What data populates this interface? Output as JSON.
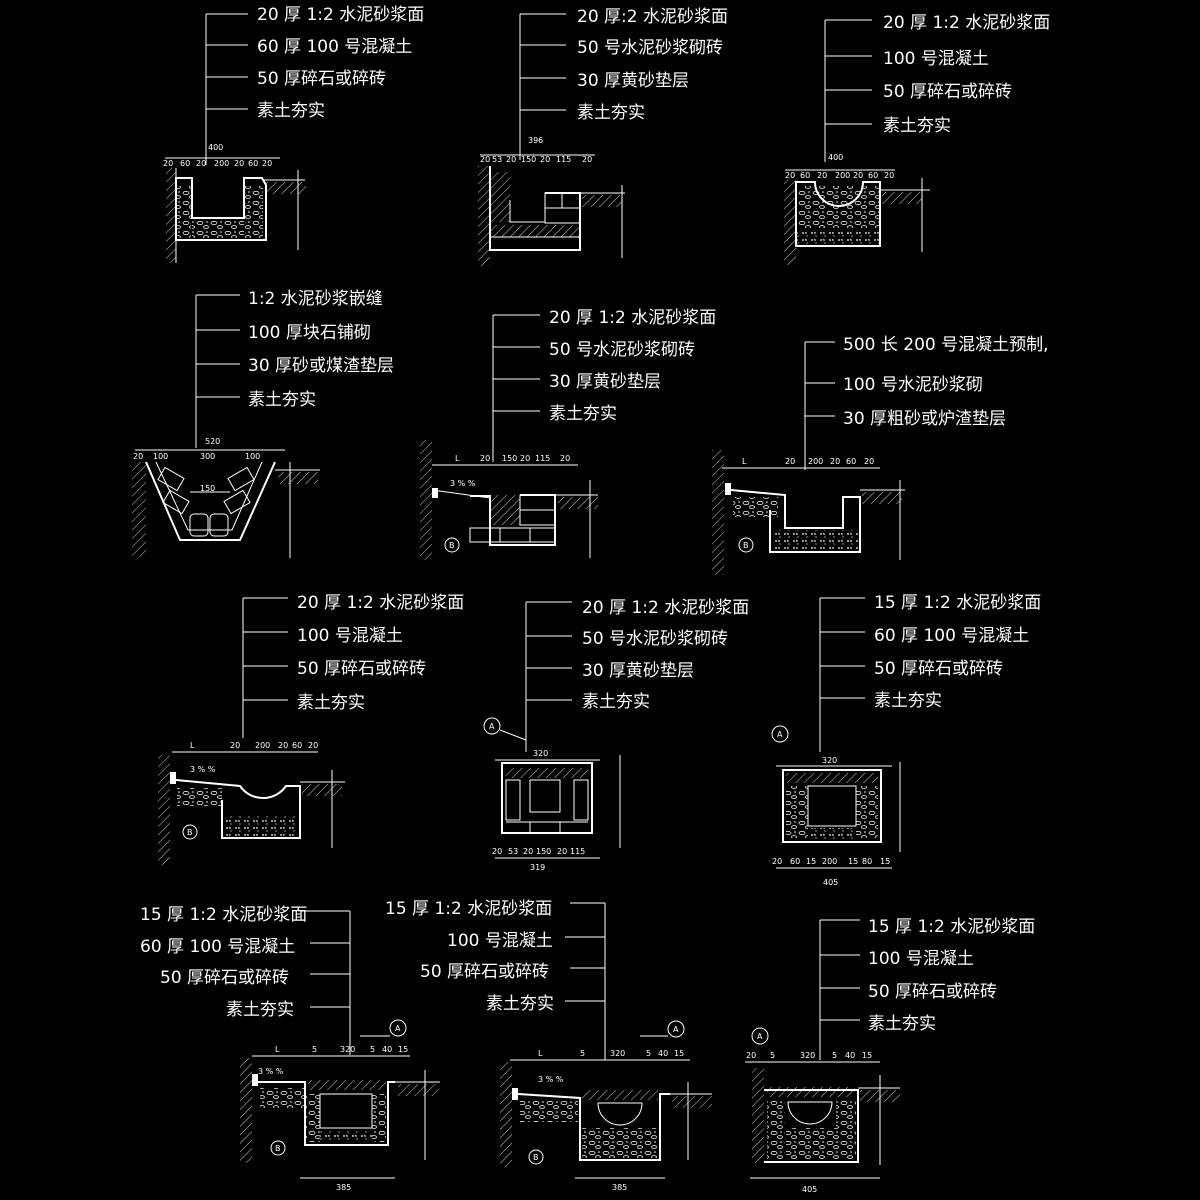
{
  "d1": {
    "labels": [
      "20 厚 1:2 水泥砂浆面",
      "60 厚 100 号混凝土",
      "50 厚碎石或碎砖",
      "素土夯实"
    ],
    "dims": [
      "400",
      "20",
      "60",
      "20",
      "200",
      "20",
      "60",
      "20"
    ]
  },
  "d2": {
    "labels": [
      "20  厚:2 水泥砂浆面",
      "50 号水泥砂浆砌砖",
      "30 厚黄砂垫层",
      "素土夯实"
    ],
    "dims": [
      "396",
      "20",
      "53",
      "20",
      "150",
      "20",
      "115",
      "20"
    ]
  },
  "d3": {
    "labels": [
      "20  厚 1:2 水泥砂浆面",
      "100 号混凝土",
      "50 厚碎石或碎砖",
      "素土夯实"
    ],
    "dims": [
      "400",
      "20",
      "60",
      "20",
      "200",
      "20",
      "60",
      "20"
    ]
  },
  "d4": {
    "labels": [
      "1:2 水泥砂浆嵌缝",
      "100 厚块石铺砌",
      "30 厚砂或煤渣垫层",
      "素土夯实"
    ],
    "dims": [
      "520",
      "20",
      "100",
      "300",
      "100",
      "150"
    ]
  },
  "d5": {
    "labels": [
      "20  厚 1:2 水泥砂浆面",
      "50 号水泥砂浆砌砖",
      "30 厚黄砂垫层",
      "素土夯实"
    ],
    "dims": [
      "L",
      "20",
      "150",
      "20",
      "115",
      "20"
    ]
  },
  "d6": {
    "labels": [
      "500 长  200 号混凝土预制,",
      "100 号水泥砂浆砌",
      "30  厚粗砂或炉渣垫层"
    ],
    "dims": [
      "L",
      "20",
      "200",
      "20",
      "60",
      "20"
    ]
  },
  "d7": {
    "labels": [
      "20  厚 1:2 水泥砂浆面",
      "100  号混凝土",
      "50  厚碎石或碎砖",
      "素土夯实"
    ],
    "dims": [
      "L",
      "20",
      "200",
      "20",
      "60",
      "20"
    ]
  },
  "d8": {
    "labels": [
      "20  厚 1:2 水泥砂浆面",
      "50  号水泥砂浆砌砖",
      "30  厚黄砂垫层",
      "素土夯实"
    ],
    "dims": [
      "320",
      "319",
      "20",
      "53",
      "20",
      "150",
      "20",
      "115"
    ]
  },
  "d9": {
    "labels": [
      "15 厚 1:2 水泥砂浆面",
      "60 厚 100 号混凝土",
      "50 厚碎石或碎砖",
      "素土夯实"
    ],
    "dims": [
      "320",
      "405",
      "20",
      "60",
      "15",
      "200",
      "15",
      "80",
      "15"
    ]
  },
  "d10": {
    "labels": [
      "15 厚 1:2 水泥砂浆面",
      "60  厚 100  号混凝土",
      "50  厚碎石或碎砖",
      "素土夯实"
    ],
    "dims": [
      "L",
      "5",
      "320",
      "5",
      "40",
      "15",
      "385"
    ]
  },
  "d11": {
    "labels": [
      "15  厚 1:2 水泥砂浆面",
      "100  号混凝土",
      "50  厚碎石或碎砖",
      "素土夯实"
    ],
    "dims": [
      "L",
      "5",
      "320",
      "5",
      "40",
      "15",
      "385"
    ]
  },
  "d12": {
    "labels": [
      "15  厚 1:2 水泥砂浆面",
      "100 号混凝土",
      "50  厚碎石或碎砖",
      "素土夯实"
    ],
    "dims": [
      "20",
      "5",
      "320",
      "5",
      "40",
      "15",
      "405"
    ]
  },
  "marks": {
    "a": "A",
    "b": "B",
    "slope": "3 % %"
  }
}
